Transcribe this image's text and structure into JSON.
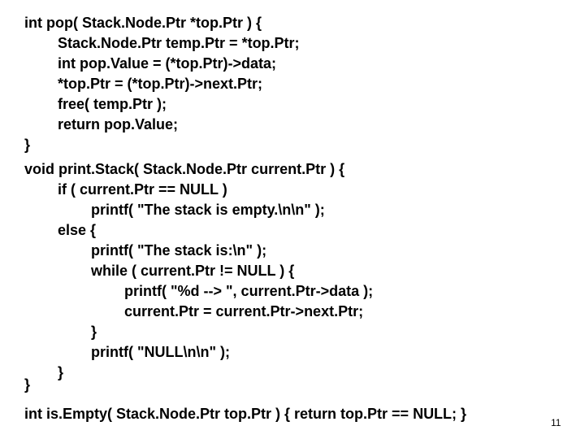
{
  "code_lines": [
    {
      "text": "int pop( Stack.Node.Ptr *top.Ptr ) {",
      "indent": 0
    },
    {
      "text": "Stack.Node.Ptr temp.Ptr = *top.Ptr;",
      "indent": 1
    },
    {
      "text": "int pop.Value = (*top.Ptr)->data;",
      "indent": 1
    },
    {
      "text": "*top.Ptr = (*top.Ptr)->next.Ptr;",
      "indent": 1
    },
    {
      "text": "free( temp.Ptr );",
      "indent": 1
    },
    {
      "text": "return pop.Value;",
      "indent": 1
    },
    {
      "text": "}",
      "indent": 0
    },
    {
      "text": "void print.Stack( Stack.Node.Ptr current.Ptr ) {",
      "indent": 0
    },
    {
      "text": "if ( current.Ptr == NULL )",
      "indent": 1
    },
    {
      "text": "printf( \"The stack is empty.\\n\\n\" );",
      "indent": 2
    },
    {
      "text": "else {",
      "indent": 1
    },
    {
      "text": "printf( \"The stack is:\\n\" );",
      "indent": 2
    },
    {
      "text": "while ( current.Ptr != NULL ) {",
      "indent": 2
    },
    {
      "text": "printf( \"%d --> \", current.Ptr->data );",
      "indent": 3
    },
    {
      "text": "current.Ptr = current.Ptr->next.Ptr;",
      "indent": 3
    },
    {
      "text": "}",
      "indent": 2
    },
    {
      "text": "printf( \"NULL\\n\\n\" );",
      "indent": 2
    },
    {
      "text": "}",
      "indent": 1
    },
    {
      "text": "}",
      "indent": 0
    },
    {
      "text": "int is.Empty( Stack.Node.Ptr top.Ptr ) { return top.Ptr == NULL; }",
      "indent": 0
    }
  ],
  "page_number": "11"
}
